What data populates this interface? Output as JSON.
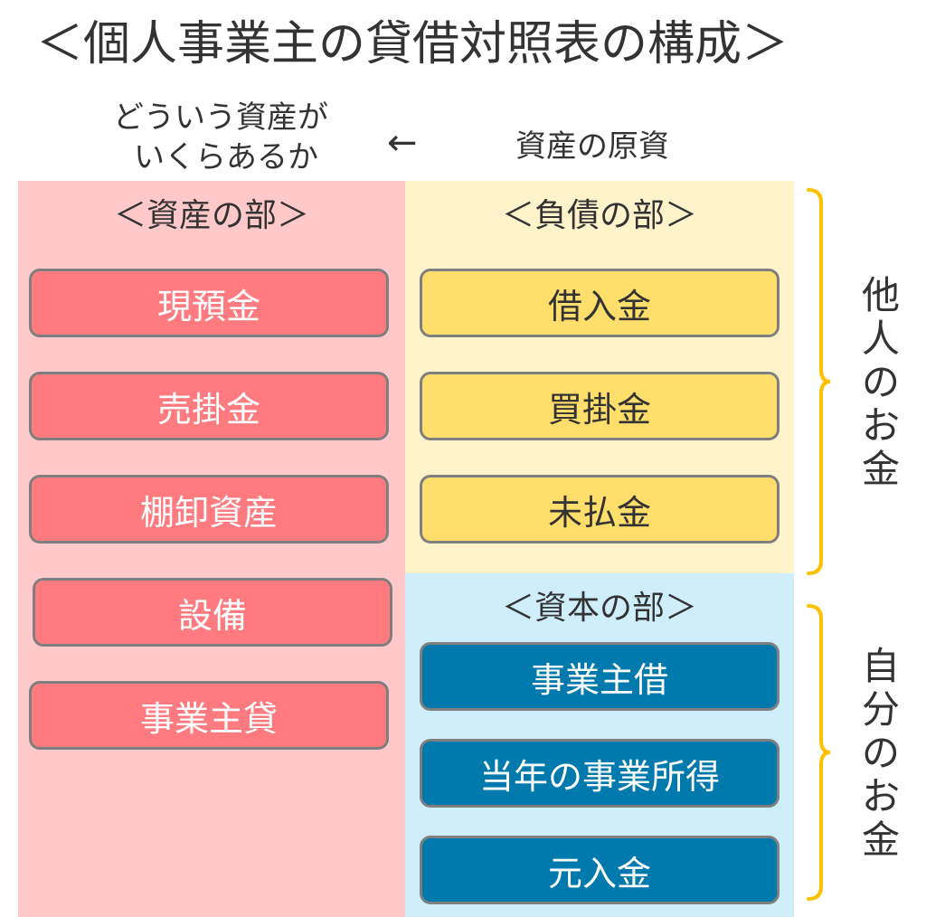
{
  "title": "＜個人事業主の貸借対照表の構成＞",
  "header": {
    "left_line1": "どういう資産が",
    "left_line2": "いくらあるか",
    "arrow": "←",
    "right": "資産の原資"
  },
  "assets": {
    "title": "＜資産の部＞",
    "items": [
      "現預金",
      "売掛金",
      "棚卸資産",
      "設備",
      "事業主貸"
    ]
  },
  "liabilities": {
    "title": "＜負債の部＞",
    "items": [
      "借入金",
      "買掛金",
      "未払金"
    ]
  },
  "equity": {
    "title": "＜資本の部＞",
    "items": [
      "事業主借",
      "当年の事業所得",
      "元入金"
    ]
  },
  "side_labels": {
    "others_money": "他人のお金",
    "own_money": "自分のお金"
  },
  "colors": {
    "assets_bg": "#ffc9c9",
    "asset_item": "#ff7b7f",
    "liabilities_bg": "#fff3cc",
    "liability_item": "#ffde6b",
    "equity_bg": "#cfeefc",
    "equity_item": "#0079ad",
    "brace": "#ffc000"
  }
}
